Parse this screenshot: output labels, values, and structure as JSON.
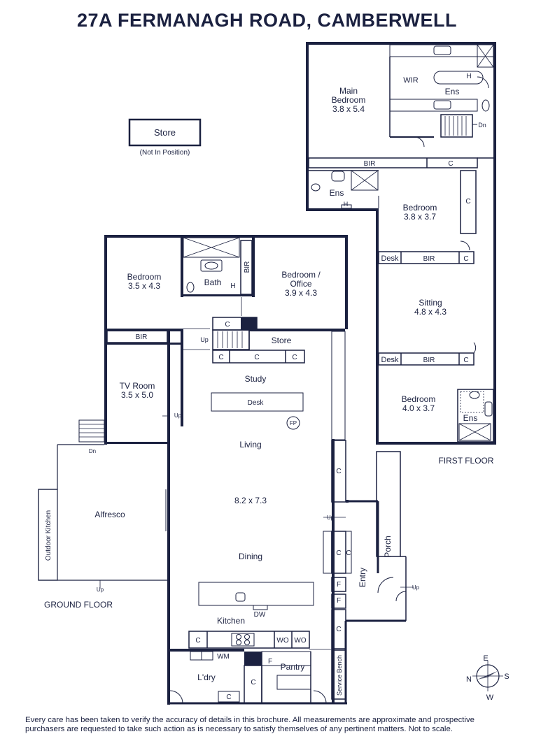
{
  "title": "27A FERMANAGH ROAD, CAMBERWELL",
  "disclaimer": "Every care has been taken to verify the accuracy of details in this brochure. All measurements are approximate and prospective purchasers are requested to take such action as is necessary to satisfy themselves of any pertinent matters. Not to scale.",
  "store_detached": {
    "label": "Store",
    "note": "(Not In Position)"
  },
  "first_floor": {
    "label": "FIRST FLOOR",
    "main_bedroom": {
      "name1": "Main",
      "name2": "Bedroom",
      "size": "3.8 x 5.4"
    },
    "wir": "WIR",
    "ens_main": "Ens",
    "h_main": "H",
    "dn": "Dn",
    "bir_top": "BIR",
    "c_top": "C",
    "ens_left": "Ens",
    "h_left": "H",
    "bedroom2": {
      "name": "Bedroom",
      "size": "3.8 x 3.7"
    },
    "c_bed2": "C",
    "desk1": "Desk",
    "bir1": "BIR",
    "c_desk1": "C",
    "sitting": {
      "name": "Sitting",
      "size": "4.8 x 4.3"
    },
    "desk2": "Desk",
    "bir2": "BIR",
    "c_desk2": "C",
    "bedroom3": {
      "name": "Bedroom",
      "size": "4.0 x 3.7"
    },
    "ens3": "Ens"
  },
  "ground_floor": {
    "label": "GROUND FLOOR",
    "bedroom1": {
      "name": "Bedroom",
      "size": "3.5 x 4.3"
    },
    "bath": "Bath",
    "h_bath": "H",
    "bir_vert": "BIR",
    "bedroom_office": {
      "name1": "Bedroom /",
      "name2": "Office",
      "size": "3.9 x 4.3"
    },
    "bir_row": "BIR",
    "c_stair": "C",
    "up_stair": "Up",
    "store": "Store",
    "c1": "C",
    "c2": "C",
    "c3": "C",
    "study": "Study",
    "desk": "Desk",
    "fp": "FP",
    "tv_room": {
      "name": "TV Room",
      "size": "3.5 x 5.0"
    },
    "up_tv": "Up",
    "dn_alfresco": "Dn",
    "living": "Living",
    "living_size": "8.2 x 7.3",
    "dining": "Dining",
    "alfresco": "Alfresco",
    "outdoor_kitchen": "Outdoor Kitchen",
    "up_alfresco": "Up",
    "c_right1": "C",
    "up_entry": "Up",
    "c_right2": "C",
    "c_right3": "C",
    "f1": "F",
    "f2": "F",
    "entry": "Entry",
    "porch": "Porch",
    "up_porch": "Up",
    "c_right4": "C",
    "dw": "DW",
    "kitchen": "Kitchen",
    "c_kitchen": "C",
    "wo1": "WO",
    "wo2": "WO",
    "wm": "WM",
    "f_pantry": "F",
    "pantry": "Pantry",
    "c_pantry": "C",
    "laundry": "L'dry",
    "c_laundry": "C",
    "service_bench": "Service Bench"
  },
  "compass": {
    "n": "N",
    "e": "E",
    "s": "S",
    "w": "W"
  }
}
